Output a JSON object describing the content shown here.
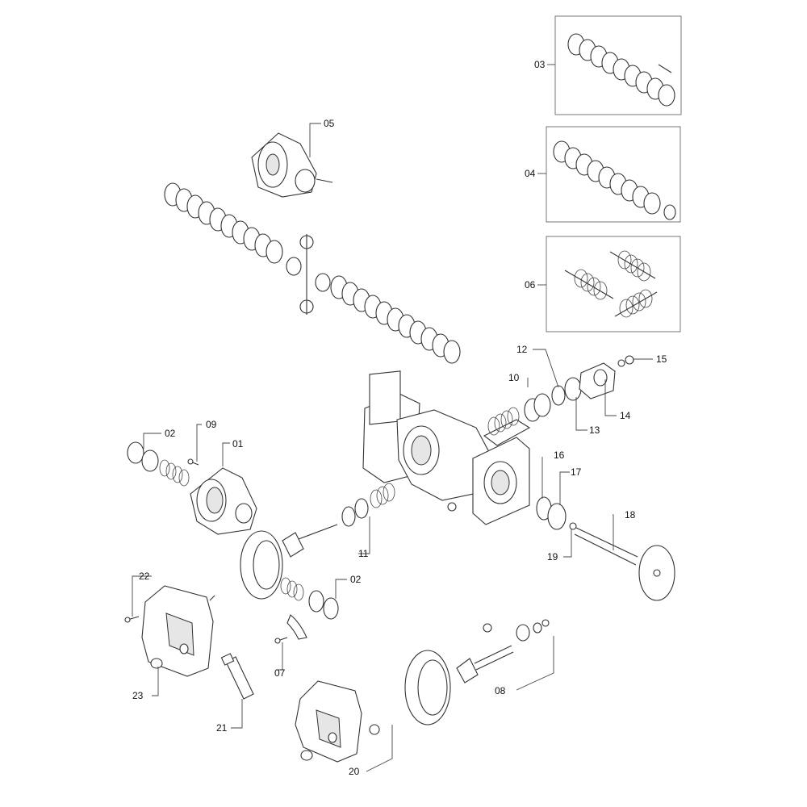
{
  "labels": {
    "p01": "01",
    "p02a": "02",
    "p02b": "02",
    "p03": "03",
    "p04": "04",
    "p05": "05",
    "p06": "06",
    "p07": "07",
    "p08": "08",
    "p09": "09",
    "p10": "10",
    "p11": "11",
    "p12": "12",
    "p13": "13",
    "p14": "14",
    "p15": "15",
    "p16": "16",
    "p17": "17",
    "p18": "18",
    "p19": "19",
    "p20": "20",
    "p21": "21",
    "p22": "22",
    "p23": "23"
  }
}
